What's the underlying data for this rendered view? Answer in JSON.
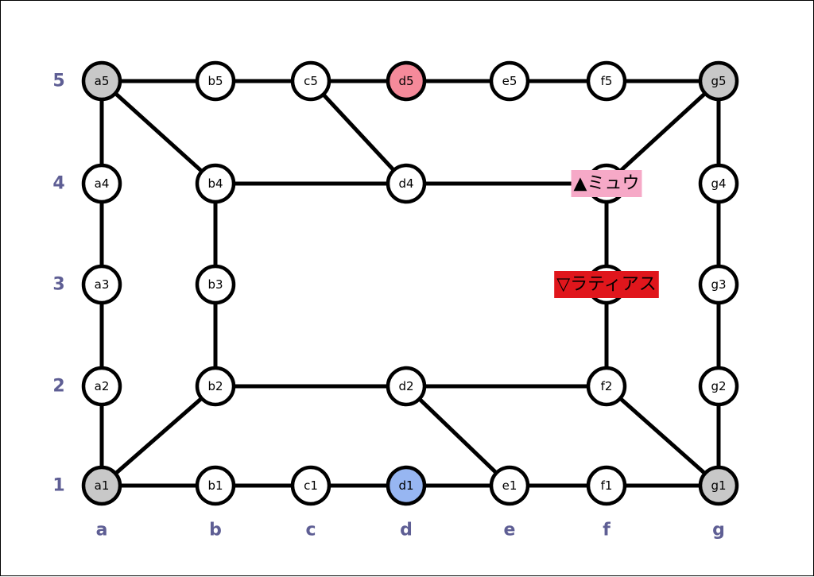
{
  "board": {
    "columns": [
      "a",
      "b",
      "c",
      "d",
      "e",
      "f",
      "g"
    ],
    "rows": [
      "1",
      "2",
      "3",
      "4",
      "5"
    ],
    "nodes": [
      {
        "id": "a1",
        "fill": "#c8c8c8"
      },
      {
        "id": "b1",
        "fill": "#ffffff"
      },
      {
        "id": "c1",
        "fill": "#ffffff"
      },
      {
        "id": "d1",
        "fill": "#97b6f2"
      },
      {
        "id": "e1",
        "fill": "#ffffff"
      },
      {
        "id": "f1",
        "fill": "#ffffff"
      },
      {
        "id": "g1",
        "fill": "#c8c8c8"
      },
      {
        "id": "a2",
        "fill": "#ffffff"
      },
      {
        "id": "b2",
        "fill": "#ffffff"
      },
      {
        "id": "d2",
        "fill": "#ffffff"
      },
      {
        "id": "f2",
        "fill": "#ffffff"
      },
      {
        "id": "g2",
        "fill": "#ffffff"
      },
      {
        "id": "a3",
        "fill": "#ffffff"
      },
      {
        "id": "b3",
        "fill": "#ffffff"
      },
      {
        "id": "f3",
        "fill": "#ffffff"
      },
      {
        "id": "g3",
        "fill": "#ffffff"
      },
      {
        "id": "a4",
        "fill": "#ffffff"
      },
      {
        "id": "b4",
        "fill": "#ffffff"
      },
      {
        "id": "d4",
        "fill": "#ffffff"
      },
      {
        "id": "f4",
        "fill": "#ffffff"
      },
      {
        "id": "g4",
        "fill": "#ffffff"
      },
      {
        "id": "a5",
        "fill": "#c8c8c8"
      },
      {
        "id": "b5",
        "fill": "#ffffff"
      },
      {
        "id": "c5",
        "fill": "#ffffff"
      },
      {
        "id": "d5",
        "fill": "#f58a9a"
      },
      {
        "id": "e5",
        "fill": "#ffffff"
      },
      {
        "id": "f5",
        "fill": "#ffffff"
      },
      {
        "id": "g5",
        "fill": "#c8c8c8"
      }
    ],
    "edges": [
      [
        "a5",
        "b5"
      ],
      [
        "b5",
        "c5"
      ],
      [
        "c5",
        "d5"
      ],
      [
        "d5",
        "e5"
      ],
      [
        "e5",
        "f5"
      ],
      [
        "f5",
        "g5"
      ],
      [
        "a1",
        "b1"
      ],
      [
        "b1",
        "c1"
      ],
      [
        "c1",
        "d1"
      ],
      [
        "d1",
        "e1"
      ],
      [
        "e1",
        "f1"
      ],
      [
        "f1",
        "g1"
      ],
      [
        "a5",
        "a4"
      ],
      [
        "a4",
        "a3"
      ],
      [
        "a3",
        "a2"
      ],
      [
        "a2",
        "a1"
      ],
      [
        "g5",
        "g4"
      ],
      [
        "g4",
        "g3"
      ],
      [
        "g3",
        "g2"
      ],
      [
        "g2",
        "g1"
      ],
      [
        "a5",
        "b4"
      ],
      [
        "c5",
        "d4"
      ],
      [
        "g5",
        "f4"
      ],
      [
        "b4",
        "d4"
      ],
      [
        "d4",
        "f4"
      ],
      [
        "b4",
        "b3"
      ],
      [
        "b3",
        "b2"
      ],
      [
        "f4",
        "f3"
      ],
      [
        "f3",
        "f2"
      ],
      [
        "b2",
        "d2"
      ],
      [
        "d2",
        "f2"
      ],
      [
        "a1",
        "b2"
      ],
      [
        "d2",
        "e1"
      ],
      [
        "f2",
        "g1"
      ]
    ],
    "pieces": [
      {
        "node": "f4",
        "label": "▲ミュウ",
        "color": "#f6a9c7"
      },
      {
        "node": "f3",
        "label": "▽ラティアス",
        "color": "#e0161c"
      }
    ]
  }
}
